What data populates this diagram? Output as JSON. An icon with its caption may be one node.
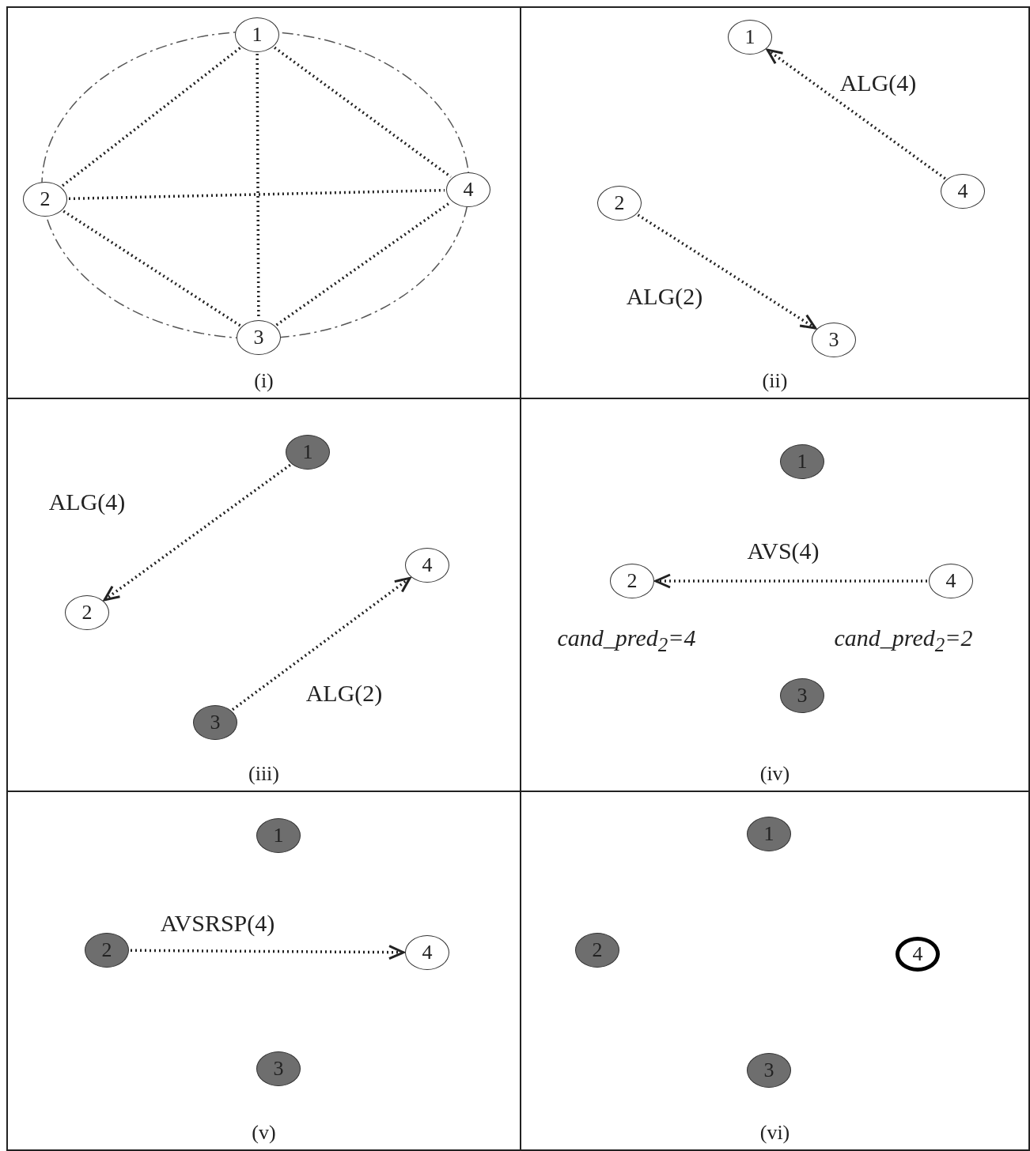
{
  "diagram": {
    "nodes": [
      {
        "text": [
          "(i)"
        ]
      },
      {
        "text": [
          "1"
        ],
        "in": 0
      },
      {
        "text": [
          "2"
        ],
        "in": 0
      },
      {
        "text": [
          "3"
        ],
        "in": 0
      },
      {
        "text": [
          "4"
        ],
        "in": 0
      },
      {
        "text": [
          "(ii)"
        ]
      },
      {
        "text": [
          "1"
        ],
        "in": 5
      },
      {
        "text": [
          "2"
        ],
        "in": 5
      },
      {
        "text": [
          "3"
        ],
        "in": 5
      },
      {
        "text": [
          "4"
        ],
        "in": 5
      },
      {
        "text": [
          "(iii)"
        ]
      },
      {
        "text": [
          "1"
        ],
        "in": 10
      },
      {
        "text": [
          "2"
        ],
        "in": 10
      },
      {
        "text": [
          "3"
        ],
        "in": 10
      },
      {
        "text": [
          "4"
        ],
        "in": 10
      },
      {
        "text": [
          "(iv)"
        ]
      },
      {
        "text": [
          "1"
        ],
        "in": 15
      },
      {
        "text": [
          "2"
        ],
        "in": 15,
        "beside": [
          "cand_pred$_{2}$=4"
        ]
      },
      {
        "text": [
          "3"
        ],
        "in": 15
      },
      {
        "text": [
          "4"
        ],
        "in": 15,
        "beside": [
          "cand_pred$_{2}$=2"
        ]
      },
      {
        "text": [
          "(v)"
        ]
      },
      {
        "text": [
          "1"
        ],
        "in": 20
      },
      {
        "text": [
          "2"
        ],
        "in": 20
      },
      {
        "text": [
          "3"
        ],
        "in": 20
      },
      {
        "text": [
          "4"
        ],
        "in": 20
      },
      {
        "text": [
          "(vi)"
        ]
      },
      {
        "text": [
          "1"
        ],
        "in": 25
      },
      {
        "text": [
          "2"
        ],
        "in": 25
      },
      {
        "text": [
          "3"
        ],
        "in": 25
      },
      {
        "text": [
          "4"
        ],
        "in": 25
      }
    ],
    "edges": [
      {
        "from": 1,
        "to": 2,
        "arrow": "none"
      },
      {
        "from": 1,
        "to": 3,
        "arrow": "none"
      },
      {
        "from": 1,
        "to": 4,
        "arrow": "none"
      },
      {
        "from": 2,
        "to": 4,
        "arrow": "none"
      },
      {
        "from": 2,
        "to": 3,
        "arrow": "none"
      },
      {
        "from": 3,
        "to": 4,
        "arrow": "none"
      },
      {
        "from": 9,
        "to": 6,
        "arrow": "to",
        "label": "ALG(4)"
      },
      {
        "from": 7,
        "to": 8,
        "arrow": "to",
        "label": "ALG(2)"
      },
      {
        "from": 11,
        "to": 12,
        "arrow": "to",
        "label": "ALG(4)"
      },
      {
        "from": 13,
        "to": 14,
        "arrow": "to",
        "label": "ALG(2)"
      },
      {
        "from": 19,
        "to": 17,
        "arrow": "to",
        "label": "AVS(4)"
      },
      {
        "from": 22,
        "to": 24,
        "arrow": "to",
        "label": "AVSRSP(4)"
      }
    ]
  }
}
